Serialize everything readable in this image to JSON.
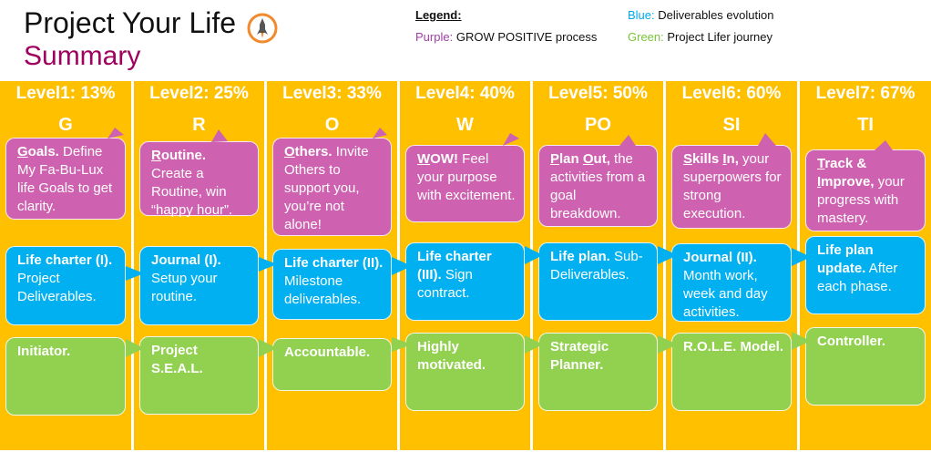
{
  "header": {
    "title": "Project Your Life",
    "subtitle": "Summary"
  },
  "legend": {
    "heading": "Legend:",
    "purple_key": "Purple:",
    "purple_text": "GROW POSITIVE process",
    "blue_key": "Blue:",
    "blue_text": "Deliverables evolution",
    "green_key": "Green:",
    "green_text": "Project Lifer journey"
  },
  "colors": {
    "column": "#ffc000",
    "purple": "#cf62b0",
    "blue": "#00b0f0",
    "green": "#92d050",
    "subtitle": "#a0005e"
  },
  "levels": [
    {
      "header": "Level1: 13%",
      "letter": "G",
      "purple_ul": "G",
      "purple_bold": "oals.",
      "purple_text": " Define My Fa-Bu-Lux life Goals to get clarity.",
      "blue_bold": "Life charter (I).",
      "blue_text": " Project Deliverables.",
      "green_bold": "Initiator."
    },
    {
      "header": "Level2: 25%",
      "letter": "R",
      "purple_ul": "R",
      "purple_bold": "outine.",
      "purple_text": " Create a Routine, win “happy hour”.",
      "blue_bold": "Journal (I).",
      "blue_text": " Setup your routine.",
      "green_bold": "Project S.E.A.L."
    },
    {
      "header": "Level3: 33%",
      "letter": "O",
      "purple_ul": "O",
      "purple_bold": "thers.",
      "purple_text": " Invite Others to support you, you’re not alone!",
      "blue_bold": "Life charter (II).",
      "blue_text": " Milestone deliverables.",
      "green_bold": "Accountable."
    },
    {
      "header": "Level4: 40%",
      "letter": "W",
      "purple_ul": "W",
      "purple_bold": "OW!",
      "purple_text": " Feel your purpose with excitement.",
      "blue_bold": "Life charter (III).",
      "blue_text": " Sign contract.",
      "green_bold": "Highly motivated."
    },
    {
      "header": "Level5: 50%",
      "letter": "PO",
      "purple_ul": "P",
      "purple_bold": "lan ",
      "purple_ul2": "O",
      "purple_bold2": "ut,",
      "purple_text": " the activities from a goal breakdown.",
      "blue_bold": "Life plan.",
      "blue_text": " Sub-Deliverables.",
      "green_bold": "Strategic Planner."
    },
    {
      "header": "Level6: 60%",
      "letter": "SI",
      "purple_ul": "S",
      "purple_bold": "kills ",
      "purple_ul2": "I",
      "purple_bold2": "n,",
      "purple_text": " your superpowers for strong execution.",
      "blue_bold": "Journal (II).",
      "blue_text": " Month work, week and day activities.",
      "green_bold": "R.O.L.E. Model."
    },
    {
      "header": "Level7: 67%",
      "letter": "TI",
      "purple_ul": "T",
      "purple_bold": "rack & ",
      "purple_ul2": "I",
      "purple_bold2": "mprove,",
      "purple_text": " your progress with mastery.",
      "blue_bold": "Life plan update.",
      "blue_text": " After each phase.",
      "green_bold": "Controller."
    }
  ]
}
